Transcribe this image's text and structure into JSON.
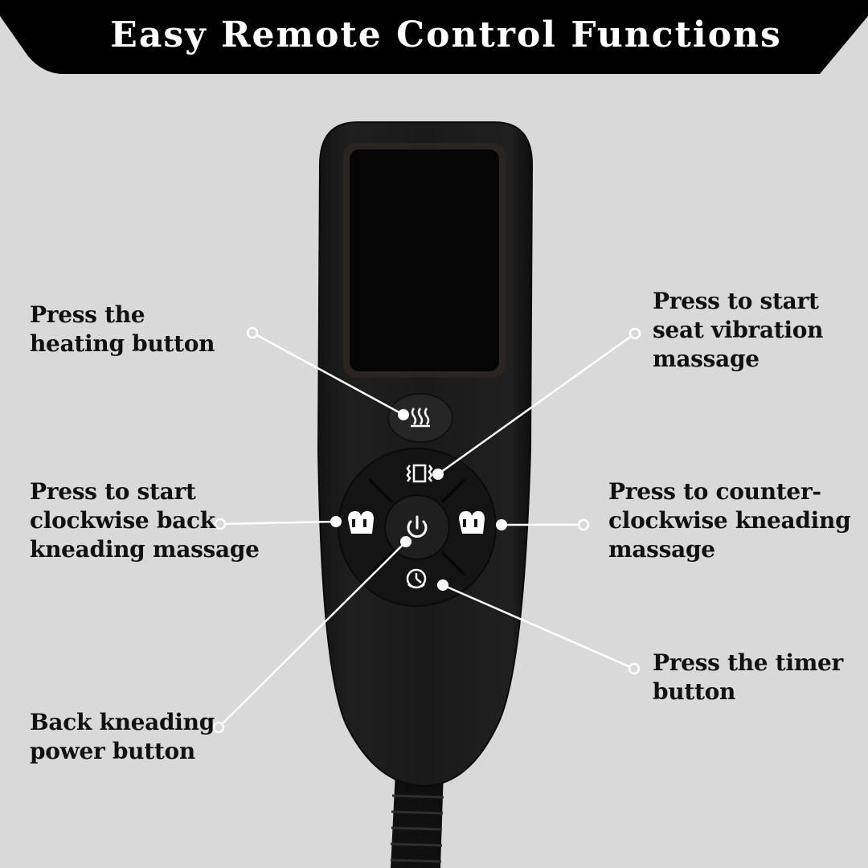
{
  "banner": {
    "title": "Easy Remote Control Functions",
    "background": "#000000",
    "text_color": "#ffffff"
  },
  "page": {
    "background": "#d9d9d9"
  },
  "remote": {
    "buttons": [
      {
        "name": "heating-button",
        "icon": "heat-waves-icon"
      },
      {
        "name": "seat-vibration-button",
        "icon": "vibration-icon"
      },
      {
        "name": "clockwise-kneading-button",
        "icon": "hands-kneading-icon"
      },
      {
        "name": "power-button",
        "icon": "power-icon"
      },
      {
        "name": "counter-clockwise-kneading-button",
        "icon": "hands-kneading-icon"
      },
      {
        "name": "timer-button",
        "icon": "timer-clock-icon"
      }
    ]
  },
  "callouts": {
    "heating": [
      "Press the",
      "heating button"
    ],
    "clockwise": [
      "Press to start",
      "clockwise back",
      "kneading massage"
    ],
    "power": [
      "Back kneading",
      "power button"
    ],
    "vibration": [
      "Press to start",
      "seat vibration",
      "massage"
    ],
    "counter": [
      "Press to counter-",
      "clockwise kneading",
      "massage"
    ],
    "timer": [
      "Press the timer",
      "button"
    ]
  }
}
